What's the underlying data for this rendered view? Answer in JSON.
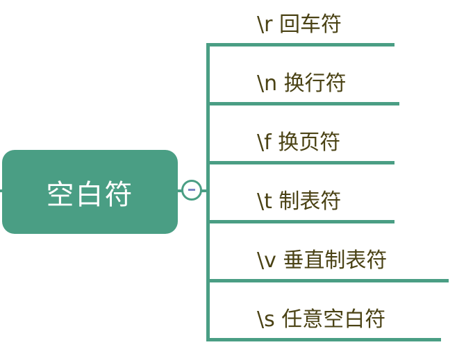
{
  "root": {
    "label": "空白符",
    "color": "#4a9e84",
    "text_color": "#ffffff"
  },
  "collapse_button": {
    "icon": "minus-icon",
    "state": "expanded"
  },
  "branch_color": "#4a9e84",
  "label_color": "#4a4214",
  "children": [
    {
      "label": "\\r  回车符"
    },
    {
      "label": "\\n  换行符"
    },
    {
      "label": "\\f  换页符"
    },
    {
      "label": "\\t  制表符"
    },
    {
      "label": "\\v  垂直制表符"
    },
    {
      "label": "\\s 任意空白符"
    }
  ]
}
